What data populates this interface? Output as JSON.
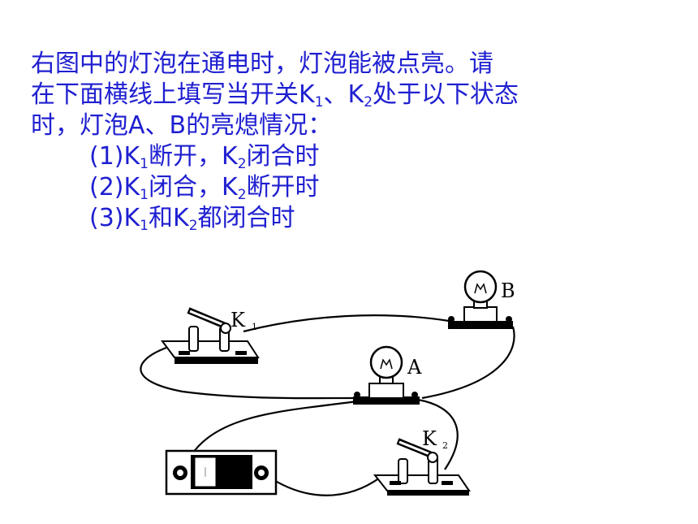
{
  "question": {
    "intro_line1": "右图中的灯泡在通电时，灯泡能被点亮。请",
    "intro_line2_a": "在下面横线上填写当开关K",
    "intro_line2_sub1": "1",
    "intro_line2_b": "、K",
    "intro_line2_sub2": "2",
    "intro_line2_c": "处于以下状态",
    "intro_line3": "时，灯泡A、B的亮熄情况：",
    "items": [
      {
        "a": "(1)K",
        "s1": "1",
        "b": "断开，K",
        "s2": "2",
        "c": "闭合时"
      },
      {
        "a": "(2)K",
        "s1": "1",
        "b": "闭合，K",
        "s2": "2",
        "c": "断开时"
      },
      {
        "a": "(3)K",
        "s1": "1",
        "b": "和K",
        "s2": "2",
        "c": "都闭合时"
      }
    ]
  },
  "diagram": {
    "switch1_letter": "K",
    "switch1_sub": "1",
    "switch2_letter": "K",
    "switch2_sub": "2",
    "bulb_a_label": "A",
    "bulb_b_label": "B"
  }
}
